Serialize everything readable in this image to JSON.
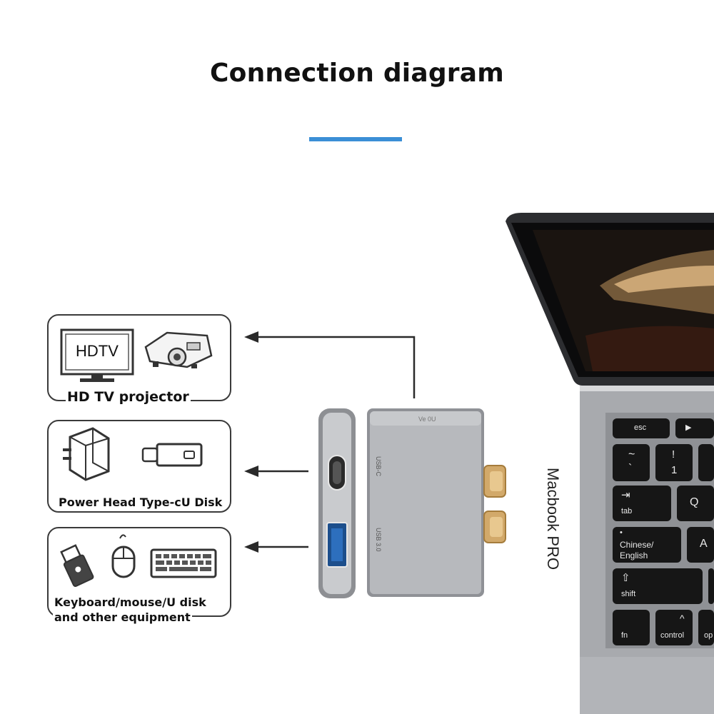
{
  "title": "Connection diagram",
  "accent_color": "#3b8fd6",
  "boxes": [
    {
      "label": "HD TV projector",
      "icons": [
        "tv-icon",
        "projector-icon"
      ],
      "tv_text": "HDTV"
    },
    {
      "label": "Power Head Type-cU Disk",
      "icons": [
        "power-adapter-icon",
        "usb-c-drive-icon"
      ]
    },
    {
      "label_line1": "Keyboard/mouse/U disk",
      "label_line2": "and other equipment",
      "icons": [
        "usb-stick-icon",
        "mouse-icon",
        "keyboard-icon"
      ]
    }
  ],
  "adapter": {
    "top_label": "Ve 0U",
    "port_usb_c": "USB-C",
    "port_usb_3": "USB 3.0"
  },
  "macbook_label": "Macbook PRO",
  "keys": {
    "esc": "esc",
    "play": "▶",
    "tilde_top": "~",
    "tilde_bottom": "`",
    "one_top": "!",
    "one_bottom": "1",
    "tab_arrow": "⇥",
    "tab": "tab",
    "q": "Q",
    "caps_dot": "•",
    "chinese": "Chinese/",
    "english": "English",
    "a": "A",
    "shift_arrow": "⇧",
    "shift": "shift",
    "fn": "fn",
    "control_arrow": "^",
    "control": "control",
    "option": "op"
  }
}
